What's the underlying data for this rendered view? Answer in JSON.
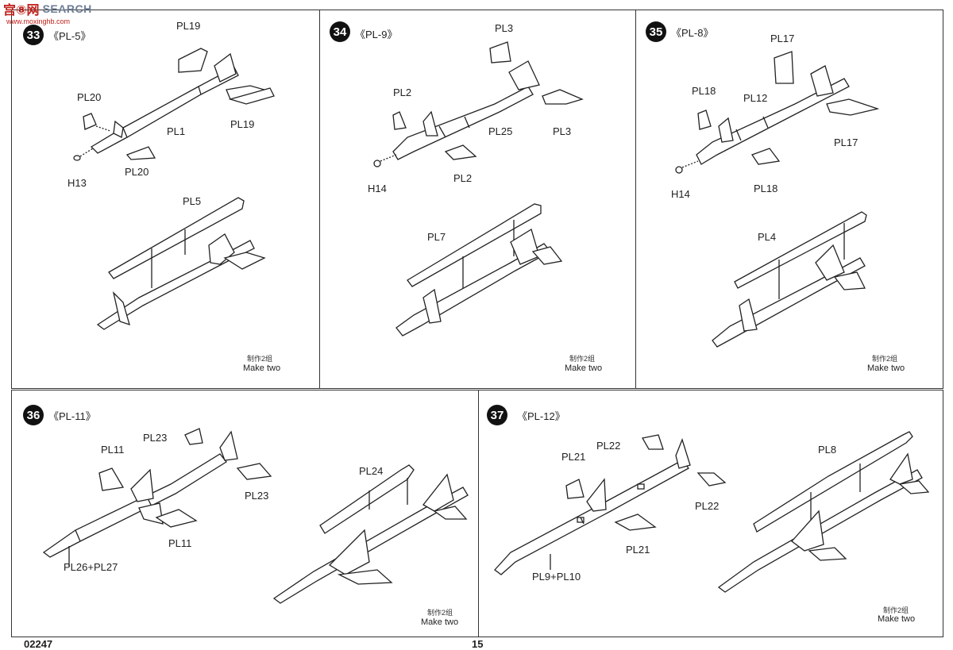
{
  "watermark": {
    "logo": "宫⑧网",
    "text": "SEARCH",
    "url": "www.moxinghb.com"
  },
  "steps": [
    {
      "number": "33",
      "name": "《PL-5》",
      "labels": [
        "PL19",
        "PL20",
        "PL1",
        "PL19",
        "H13",
        "PL20",
        "PL5"
      ],
      "make_cn": "制作2组",
      "make_en": "Make two"
    },
    {
      "number": "34",
      "name": "《PL-9》",
      "labels": [
        "PL3",
        "PL2",
        "PL25",
        "PL3",
        "H14",
        "PL2",
        "PL7"
      ],
      "make_cn": "制作2组",
      "make_en": "Make two"
    },
    {
      "number": "35",
      "name": "《PL-8》",
      "labels": [
        "PL17",
        "PL18",
        "PL12",
        "PL17",
        "H14",
        "PL18",
        "PL4"
      ],
      "make_cn": "制作2组",
      "make_en": "Make two"
    },
    {
      "number": "36",
      "name": "《PL-11》",
      "labels": [
        "PL23",
        "PL11",
        "PL23",
        "PL11",
        "PL26+PL27",
        "PL24"
      ],
      "make_cn": "制作2组",
      "make_en": "Make two"
    },
    {
      "number": "37",
      "name": "《PL-12》",
      "labels": [
        "PL22",
        "PL21",
        "PL22",
        "PL21",
        "PL9+PL10",
        "PL8"
      ],
      "make_cn": "制作2组",
      "make_en": "Make two"
    }
  ],
  "footer": {
    "left": "02247",
    "center": "15"
  }
}
